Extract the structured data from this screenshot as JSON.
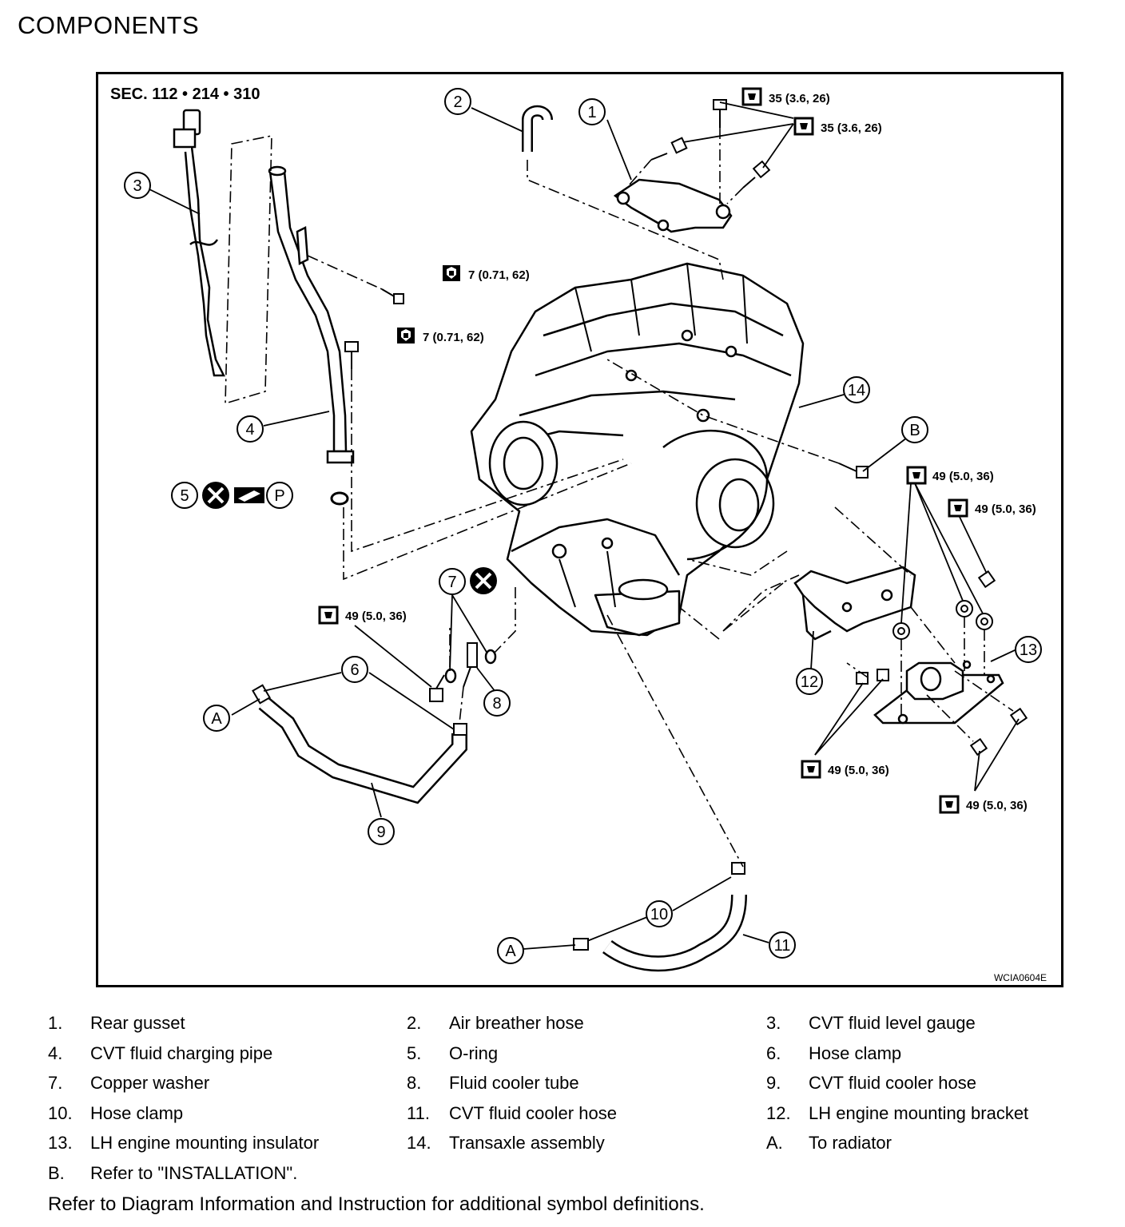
{
  "page": {
    "title": "COMPONENTS",
    "section_ref": "SEC. 112 • 214 • 310",
    "figure_id": "WCIA0604E",
    "footnote": "Refer to Diagram Information and Instruction for additional symbol definitions."
  },
  "callouts": {
    "c1": "1",
    "c2": "2",
    "c3": "3",
    "c4": "4",
    "c5": "5",
    "c6": "6",
    "c7": "7",
    "c8": "8",
    "c9": "9",
    "c10": "10",
    "c11": "11",
    "c12": "12",
    "c13": "13",
    "c14": "14",
    "cA1": "A",
    "cA2": "A",
    "cB": "B",
    "cP": "P"
  },
  "torque_specs": {
    "t1": "35 (3.6, 26)",
    "t2": "35 (3.6, 26)",
    "t3": "7 (0.71, 62)",
    "t4": "7 (0.71, 62)",
    "t5": "49 (5.0, 36)",
    "t6": "49 (5.0, 36)",
    "t7": "49 (5.0, 36)",
    "t8": "49 (5.0, 36)",
    "t9": "49 (5.0, 36)"
  },
  "legend": [
    [
      {
        "num": "1.",
        "text": "Rear gusset"
      },
      {
        "num": "2.",
        "text": "Air breather hose"
      },
      {
        "num": "3.",
        "text": "CVT fluid level gauge"
      }
    ],
    [
      {
        "num": "4.",
        "text": "CVT fluid charging pipe"
      },
      {
        "num": "5.",
        "text": "O-ring"
      },
      {
        "num": "6.",
        "text": "Hose clamp"
      }
    ],
    [
      {
        "num": "7.",
        "text": "Copper washer"
      },
      {
        "num": "8.",
        "text": "Fluid cooler tube"
      },
      {
        "num": "9.",
        "text": "CVT fluid cooler hose"
      }
    ],
    [
      {
        "num": "10.",
        "text": "Hose clamp"
      },
      {
        "num": "11.",
        "text": "CVT fluid cooler hose"
      },
      {
        "num": "12.",
        "text": "LH engine mounting bracket"
      }
    ],
    [
      {
        "num": "13.",
        "text": "LH engine mounting insulator"
      },
      {
        "num": "14.",
        "text": "Transaxle assembly"
      },
      {
        "num": "A.",
        "text": "To radiator"
      }
    ],
    [
      {
        "num": "B.",
        "text": "Refer to \"INSTALLATION\"."
      }
    ]
  ]
}
